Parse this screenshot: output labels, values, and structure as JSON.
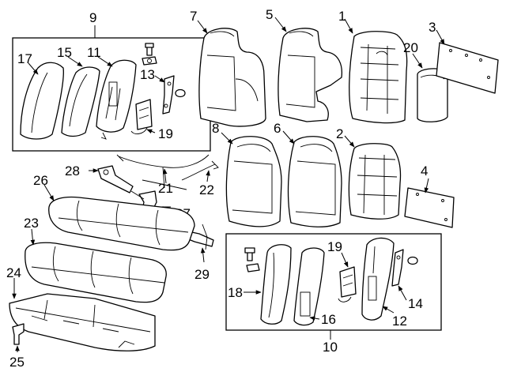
{
  "callouts": {
    "c1": "1",
    "c2": "2",
    "c3": "3",
    "c4": "4",
    "c5": "5",
    "c6": "6",
    "c7": "7",
    "c8": "8",
    "c9": "9",
    "c10": "10",
    "c11": "11",
    "c12": "12",
    "c13": "13",
    "c14": "14",
    "c15": "15",
    "c16": "16",
    "c17": "17",
    "c18": "18",
    "c19a": "19",
    "c19b": "19",
    "c20": "20",
    "c21": "21",
    "c22": "22",
    "c23": "23",
    "c24": "24",
    "c25": "25",
    "c26": "26",
    "c27": "27",
    "c28": "28",
    "c29": "29"
  }
}
